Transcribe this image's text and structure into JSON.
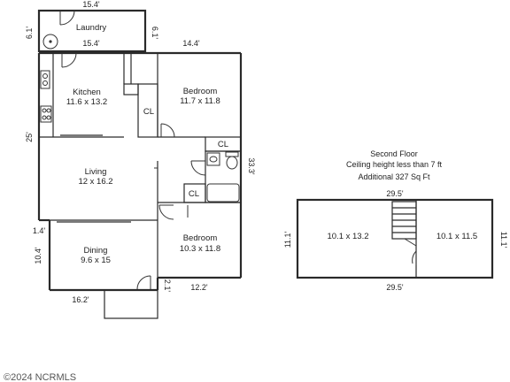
{
  "first_floor": {
    "laundry": {
      "name": "Laundry",
      "dim_top": "15.4'",
      "dim_inner": "15.4'",
      "dim_left": "6.1'",
      "dim_right": "6.1'"
    },
    "kitchen": {
      "name": "Kitchen",
      "size": "11.6 x 13.2"
    },
    "bedroom1": {
      "name": "Bedroom",
      "size": "11.7 x 11.8"
    },
    "living": {
      "name": "Living",
      "size": "12 x 16.2"
    },
    "dining": {
      "name": "Dining",
      "size": "9.6 x 15"
    },
    "bedroom2": {
      "name": "Bedroom",
      "size": "10.3 x 11.8"
    },
    "closets": {
      "cl1": "CL",
      "cl2": "CL",
      "cl3": "CL"
    },
    "dims": {
      "top_right": "14.4'",
      "left_main": "25'",
      "right_main": "33.3'",
      "left_small": "1.4'",
      "dining_left": "10.4'",
      "bottom_dining": "16.2'",
      "step_small": "2.1'",
      "bottom_bedroom": "12.2'"
    }
  },
  "second_floor": {
    "title": "Second Floor",
    "note1": "Ceiling height less than 7 ft",
    "note2": "Additional 327 Sq Ft",
    "dim_top": "29.5'",
    "dim_bottom": "29.5'",
    "dim_left": "11.1'",
    "dim_right": "11.1'",
    "room_left": "10.1 x 13.2",
    "room_right": "10.1 x 11.5"
  },
  "footer": {
    "copyright": "©2024 NCRMLS"
  }
}
